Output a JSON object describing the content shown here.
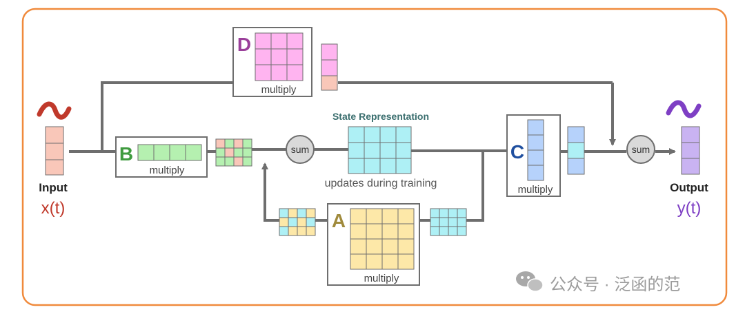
{
  "diagram": {
    "input": {
      "title": "Input",
      "signal": "x(t)"
    },
    "output": {
      "title": "Output",
      "signal": "y(t)"
    },
    "matrix_b": {
      "letter": "B",
      "caption": "multiply"
    },
    "matrix_d": {
      "letter": "D",
      "caption": "multiply"
    },
    "matrix_a": {
      "letter": "A",
      "caption": "multiply"
    },
    "matrix_c": {
      "letter": "C",
      "caption": "multiply"
    },
    "state": {
      "title": "State Representation",
      "caption": "updates during training"
    },
    "sum_left": {
      "label": "sum"
    },
    "sum_right": {
      "label": "sum"
    }
  },
  "watermark": {
    "text": "公众号 · 泛函的范"
  },
  "colors": {
    "frame": "#f08a3c",
    "line": "#6e6e6e",
    "input_red": "#c0392b",
    "input_fill": "#f9c7b9",
    "output_purple": "#7e3fc4",
    "output_fill": "#c9b3f2",
    "b_green": "#3f9b3f",
    "b_fill": "#b5f0b0",
    "d_purple": "#9a3f9a",
    "d_fill": "#ffb4f0",
    "a_gold": "#a08a3c",
    "a_fill": "#fde8a8",
    "c_blue": "#1f4f9f",
    "c_fill": "#b6d2fb",
    "state_fill": "#aef0f5",
    "state_title": "#3a6e6e"
  }
}
